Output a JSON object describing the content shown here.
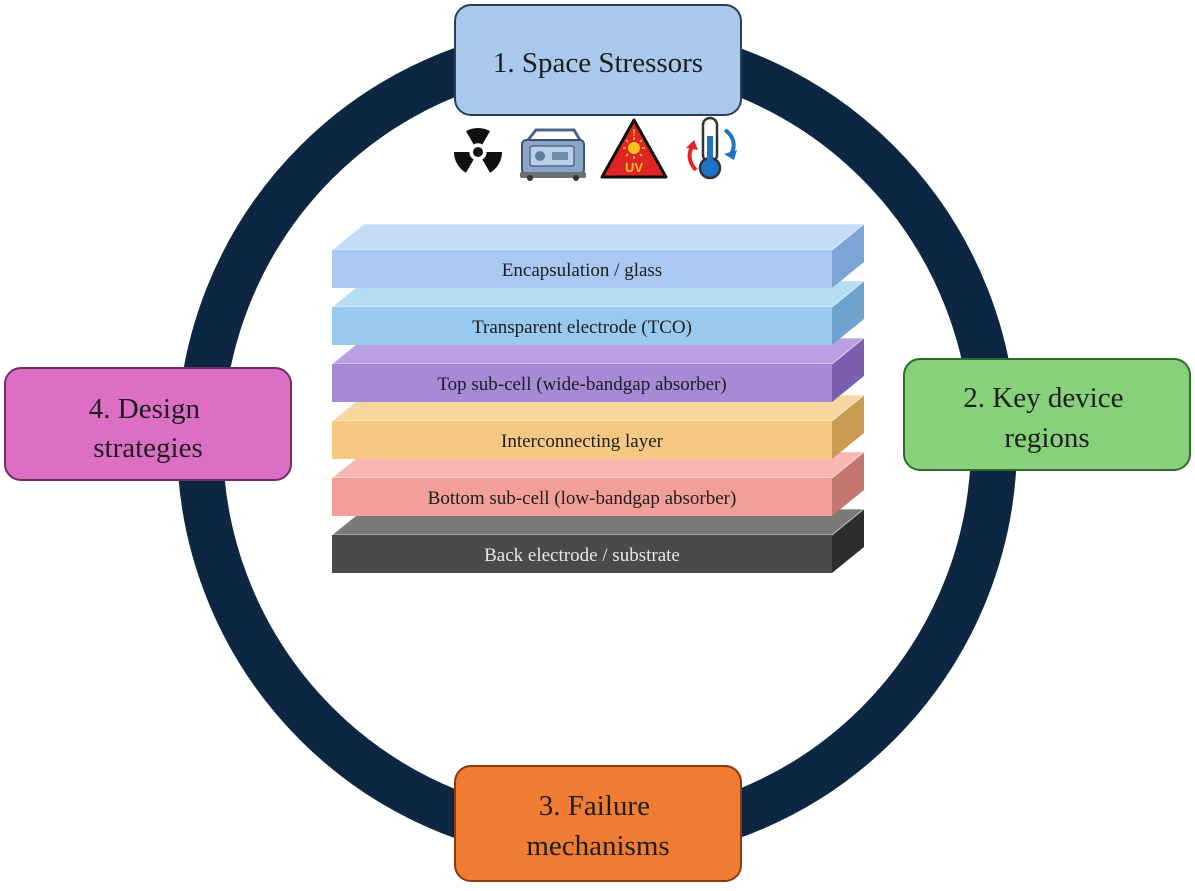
{
  "ring": {
    "color": "#0d2642"
  },
  "stages": [
    {
      "id": "space-stressors",
      "lines": [
        "1. Space Stressors"
      ],
      "fill": "#a8c8ec",
      "stroke": "#2c3e55"
    },
    {
      "id": "key-device-regions",
      "lines": [
        "2. Key device",
        "regions"
      ],
      "fill": "#86d17a",
      "stroke": "#2f6a2a"
    },
    {
      "id": "failure-mechanisms",
      "lines": [
        "3. Failure",
        "mechanisms"
      ],
      "fill": "#f07c33",
      "stroke": "#8a3a10"
    },
    {
      "id": "design-strategies",
      "lines": [
        "4. Design",
        "strategies"
      ],
      "fill": "#dc6fc4",
      "stroke": "#6e2d63"
    }
  ],
  "stressor_icons": [
    {
      "icon": "radiation-icon"
    },
    {
      "icon": "vacuum-pump-icon"
    },
    {
      "icon": "uv-warning-icon",
      "text": "UV",
      "mark": "!"
    },
    {
      "icon": "thermal-cycling-icon"
    }
  ],
  "layers": [
    {
      "label": "Encapsulation / glass",
      "top": "#c4dcf8",
      "front": "#a9c9f2",
      "side": "#7ea4d6",
      "text": "#1d1d1d"
    },
    {
      "label": "Transparent electrode (TCO)",
      "top": "#b7dcf6",
      "front": "#99c9ee",
      "side": "#6fa2cc",
      "text": "#1d1d1d"
    },
    {
      "label": "Top sub-cell (wide-bandgap absorber)",
      "top": "#b9a0e0",
      "front": "#a68ad6",
      "side": "#7a5fae",
      "text": "#1d1d1d"
    },
    {
      "label": "Interconnecting layer",
      "top": "#f8d79e",
      "front": "#f5c883",
      "side": "#c99a52",
      "text": "#1d1d1d"
    },
    {
      "label": "Bottom sub-cell (low-bandgap absorber)",
      "top": "#f8b7b2",
      "front": "#f29f99",
      "side": "#c67670",
      "text": "#1d1d1d"
    },
    {
      "label": "Back electrode / substrate",
      "top": "#7a7a7a",
      "front": "#4a4a4a",
      "side": "#2d2d2d",
      "text": "#e6e6e6"
    }
  ]
}
